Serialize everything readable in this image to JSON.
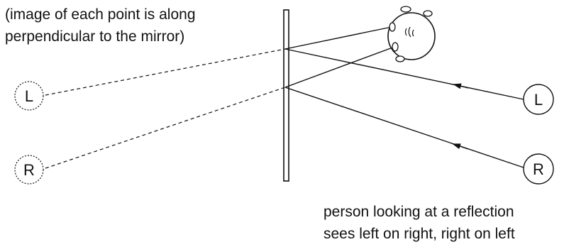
{
  "annotations": {
    "top_note": "(image of each point is along\nperpendicular to the mirror)",
    "bottom_note": "person looking at a reflection\nsees left on right, right on left"
  },
  "points": {
    "image_left_label": "L",
    "image_right_label": "R",
    "object_left_label": "L",
    "object_right_label": "R"
  },
  "colors": {
    "ink": "#111111",
    "background": "#ffffff"
  }
}
